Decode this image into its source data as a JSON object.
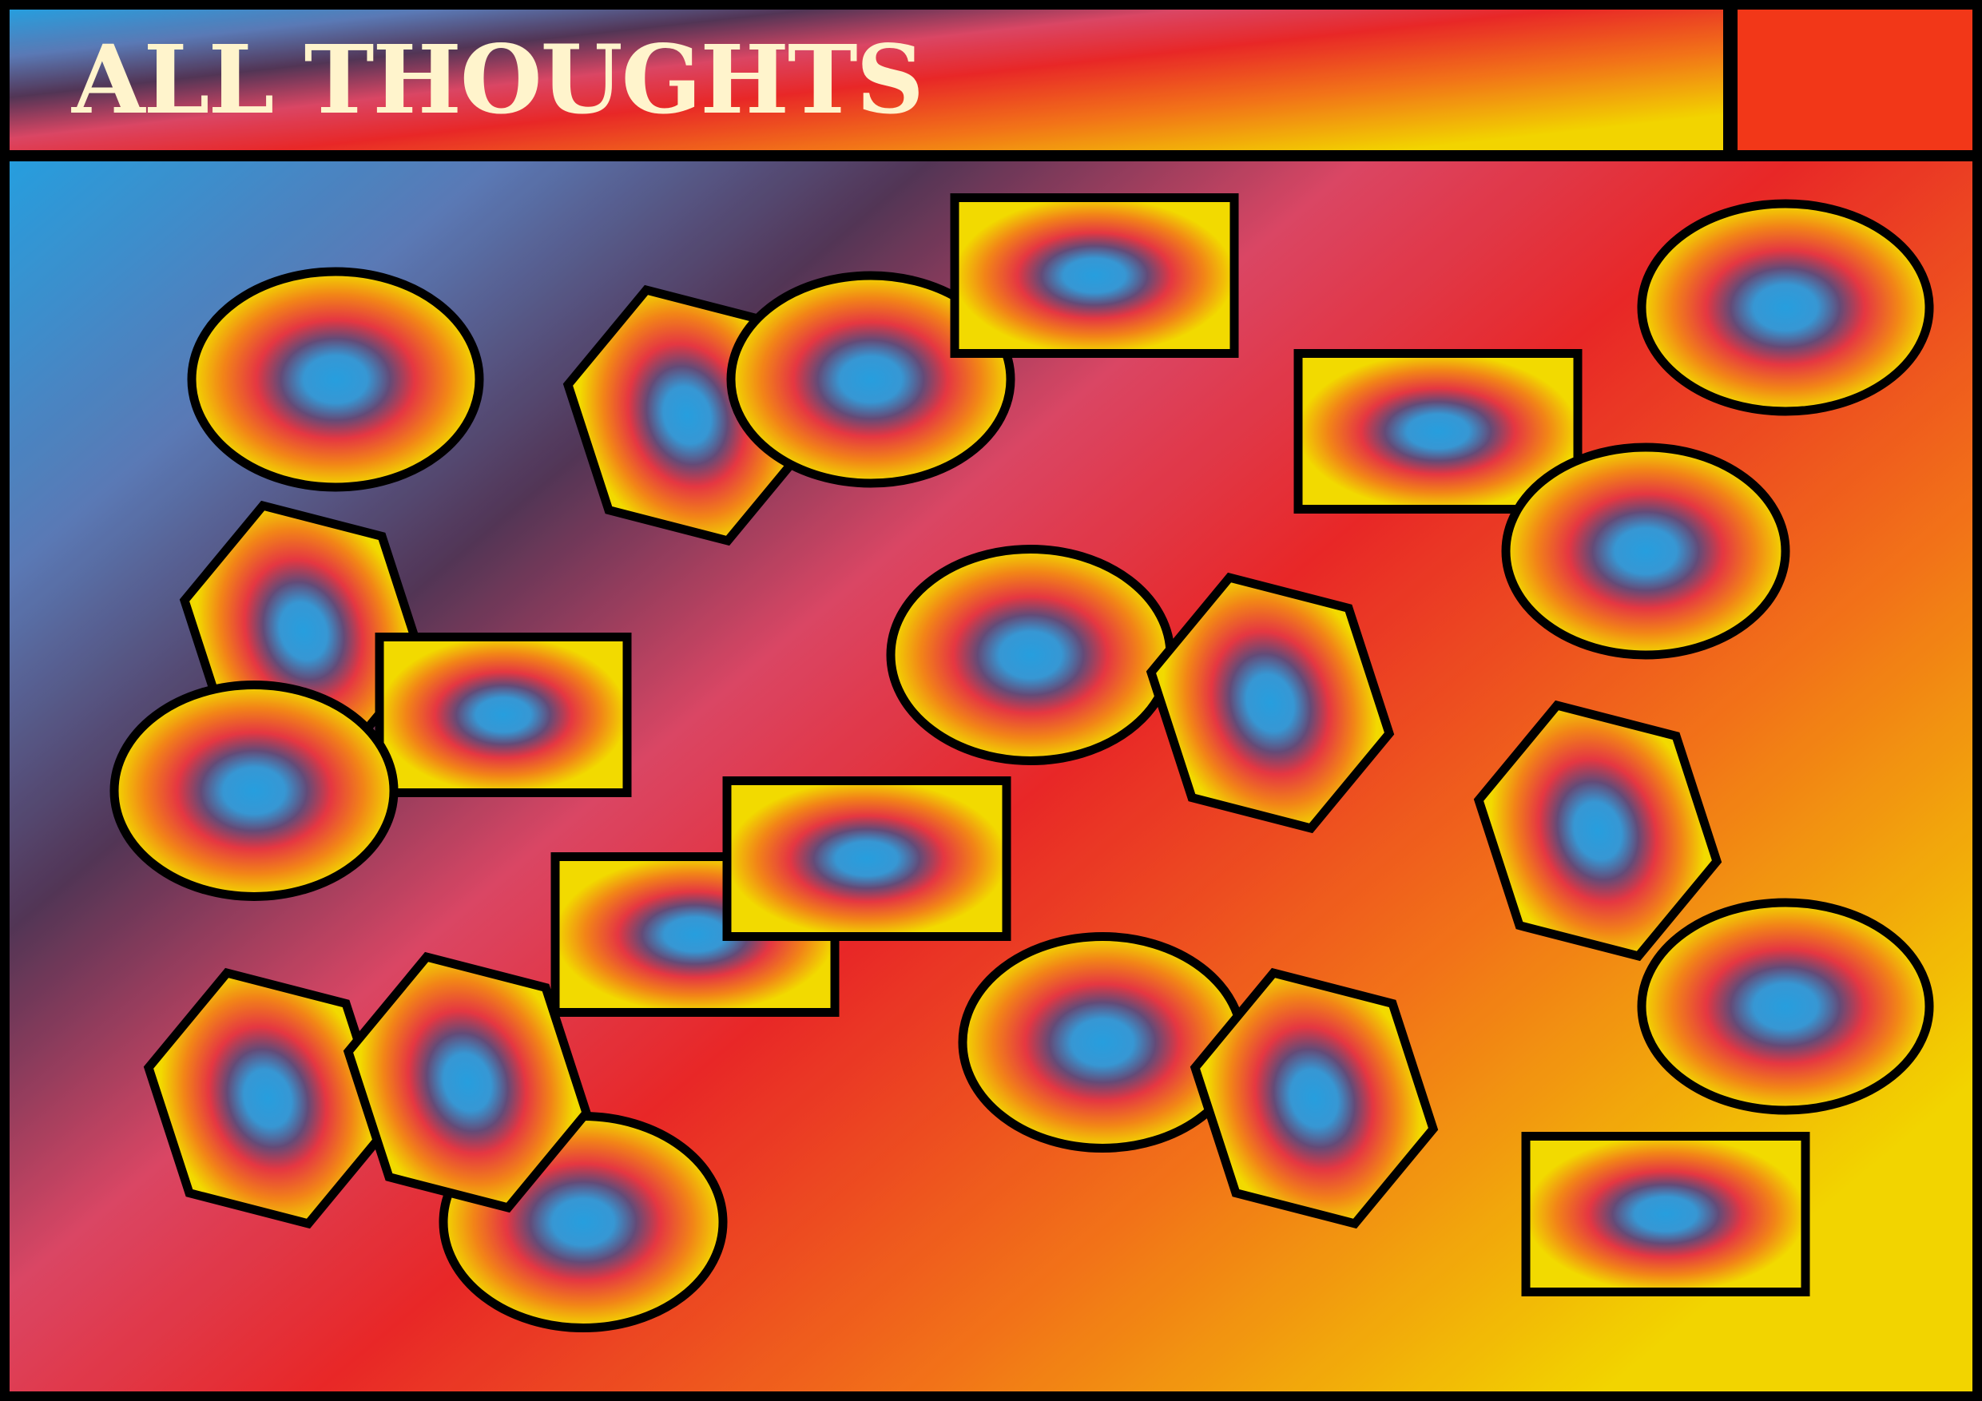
{
  "header": {
    "title": "ALL THOUGHTS"
  },
  "colors": {
    "frame": "#000000",
    "grad_blue": "#29a7ea",
    "grad_purple": "#57385a",
    "grad_red": "#f52a2a",
    "grad_orange": "#ff8a1a",
    "grad_yellow": "#ffe000",
    "title_text": "#fff4cc",
    "shape_core": "#29a7ea",
    "shape_mid": "#f23a46",
    "shape_edge": "#ffe600"
  },
  "thought_shapes": [
    {
      "kind": "ellipse",
      "name": "thought-ellipse"
    },
    {
      "kind": "hexagon",
      "name": "thought-hexagon"
    },
    {
      "kind": "ellipse",
      "name": "thought-ellipse"
    },
    {
      "kind": "rectangle",
      "name": "thought-rectangle"
    },
    {
      "kind": "ellipse",
      "name": "thought-ellipse"
    },
    {
      "kind": "rectangle",
      "name": "thought-rectangle"
    },
    {
      "kind": "ellipse",
      "name": "thought-ellipse"
    },
    {
      "kind": "hexagon",
      "name": "thought-hexagon"
    },
    {
      "kind": "rectangle",
      "name": "thought-rectangle"
    },
    {
      "kind": "ellipse",
      "name": "thought-ellipse"
    },
    {
      "kind": "ellipse",
      "name": "thought-ellipse"
    },
    {
      "kind": "hexagon",
      "name": "thought-hexagon"
    },
    {
      "kind": "hexagon",
      "name": "thought-hexagon"
    },
    {
      "kind": "rectangle",
      "name": "thought-rectangle"
    },
    {
      "kind": "rectangle",
      "name": "thought-rectangle"
    },
    {
      "kind": "ellipse",
      "name": "thought-ellipse"
    },
    {
      "kind": "hexagon",
      "name": "thought-hexagon"
    },
    {
      "kind": "ellipse",
      "name": "thought-ellipse"
    },
    {
      "kind": "hexagon",
      "name": "thought-hexagon"
    },
    {
      "kind": "ellipse",
      "name": "thought-ellipse"
    },
    {
      "kind": "hexagon",
      "name": "thought-hexagon"
    },
    {
      "kind": "rectangle",
      "name": "thought-rectangle"
    }
  ]
}
